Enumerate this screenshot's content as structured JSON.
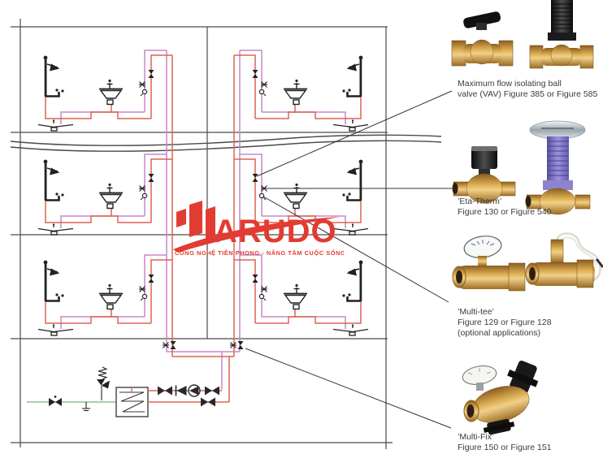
{
  "watermark": {
    "brand": "ARUDO",
    "tagline": "CÔNG NGHỆ TIÊN PHONG - NÂNG TẦM CUỘC SỐNG",
    "color": "#e23c32"
  },
  "products": [
    {
      "name": "maximum-flow-isolating-ball-valve",
      "caption_lines": [
        "Maximum flow isolating ball",
        "valve (VAV) Figure 385 or Figure 585"
      ]
    },
    {
      "name": "eta-therm",
      "caption_lines": [
        "’Eta-Therm’",
        "Figure 130 or Figure 540"
      ]
    },
    {
      "name": "multi-tee",
      "caption_lines": [
        "’Multi-tee’",
        "Figure 129 or Figure 128",
        "(optional applications)"
      ]
    },
    {
      "name": "multi-fix",
      "caption_lines": [
        "’Multi-Fix’",
        "Figure 150 or Figure 151"
      ]
    }
  ],
  "schematic": {
    "floors": 3,
    "units_per_floor": 2,
    "fixtures_per_unit": [
      "shower",
      "basin",
      "bath"
    ],
    "plant_room": [
      "cold-feed",
      "safety-valve",
      "water-heater",
      "isolating-valve",
      "check-valve",
      "pump"
    ],
    "colors": {
      "pipe_flow_red": "#dd6352",
      "pipe_return_pink": "#c887c8",
      "pipe_cold_green": "#8fbf8f",
      "frame_gray": "#4a4a4a",
      "symbol_black": "#222222",
      "brass": "#c08d42",
      "caption_text": "#3b3b3b",
      "watermark_red": "#e23c32"
    }
  }
}
